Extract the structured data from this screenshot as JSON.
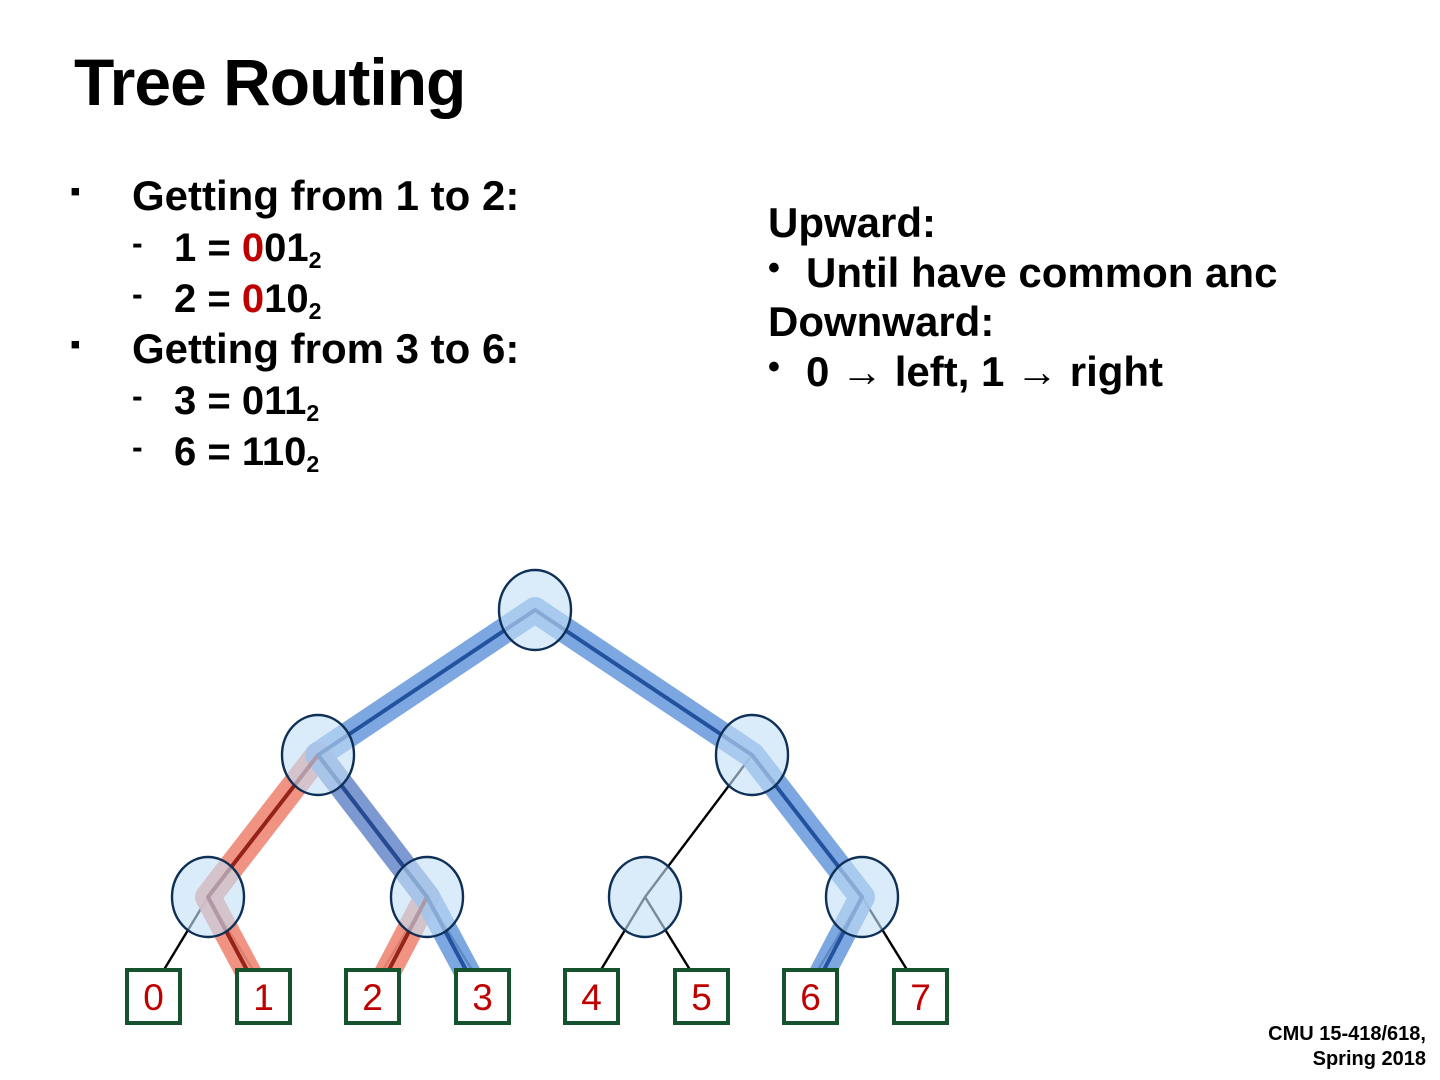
{
  "slide": {
    "title": "Tree Routing",
    "background_color": "#ffffff"
  },
  "left_column": {
    "bullet_marker": "▪",
    "sub_marker": "-",
    "items": [
      {
        "label": "Getting from 1 to 2:",
        "subs": [
          {
            "prefix": "1 = ",
            "red": "0",
            "rest": "01",
            "base": "2"
          },
          {
            "prefix": "2 = ",
            "red": "0",
            "rest": "10",
            "base": "2"
          }
        ]
      },
      {
        "label": "Getting from 3 to 6:",
        "subs": [
          {
            "prefix": "3 = ",
            "red": "",
            "rest": "011",
            "base": "2"
          },
          {
            "prefix": "6 = ",
            "red": "",
            "rest": "110",
            "base": "2"
          }
        ]
      }
    ]
  },
  "right_column": {
    "bullet_marker": "•",
    "upward_heading": "Upward:",
    "upward_rule": "Until have common anc",
    "downward_heading": "Downward:",
    "downward_rule": "0 → left, 1 → right"
  },
  "figure": {
    "caption": "binary tree routing diagram",
    "node_fill": "#c3e0f7",
    "node_stroke": "#0e2f56",
    "edge_color": "#000000",
    "leaf_box_stroke": "#14532d",
    "leaf_box_fill": "#ffffff",
    "leaf_label_color": "#c00000",
    "route_blue": "#6b9bdc",
    "route_red": "#f08a78",
    "route_blue_line": "#1f4e9c",
    "route_red_line": "#8f1d14",
    "leaf_labels": [
      "0",
      "1",
      "2",
      "3",
      "4",
      "5",
      "6",
      "7"
    ],
    "routes": [
      {
        "name": "route-1-to-2",
        "color_key": "route_red",
        "from": "1",
        "to": "2"
      },
      {
        "name": "route-3-to-6",
        "color_key": "route_blue",
        "from": "3",
        "to": "6"
      }
    ]
  },
  "footer": {
    "line1": "CMU 15-418/618,",
    "line2": "Spring 2018"
  }
}
